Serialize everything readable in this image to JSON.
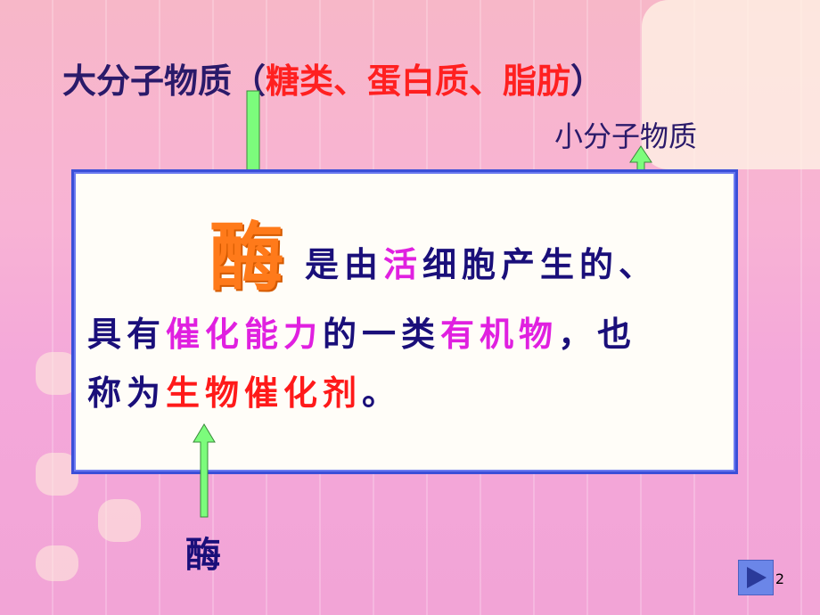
{
  "slide": {
    "title_prefix": "大分子物质（",
    "title_red": "糖类、蛋白质、脂肪",
    "title_suffix": "）",
    "small_molecule": "小分子物质",
    "big_char": "酶",
    "line1_part1": "是由",
    "line1_highlight": "活",
    "line1_part2": "细胞产生的、",
    "line2_part1": "具有",
    "line2_highlight1": "催化能力",
    "line2_part2": "的一类",
    "line2_highlight2": "有机物",
    "line2_part3": "，也",
    "line3_part1": "称为",
    "line3_highlight": "生物催化剂",
    "line3_part2": "。",
    "enzyme_label": "酶",
    "page_number": "2"
  },
  "colors": {
    "arrow_green": "#7CFC7C",
    "box_border": "#3b4fd8",
    "title_red": "#ff2020",
    "highlight_magenta": "#e020e0",
    "big_char_orange": "#ff7a1a"
  }
}
